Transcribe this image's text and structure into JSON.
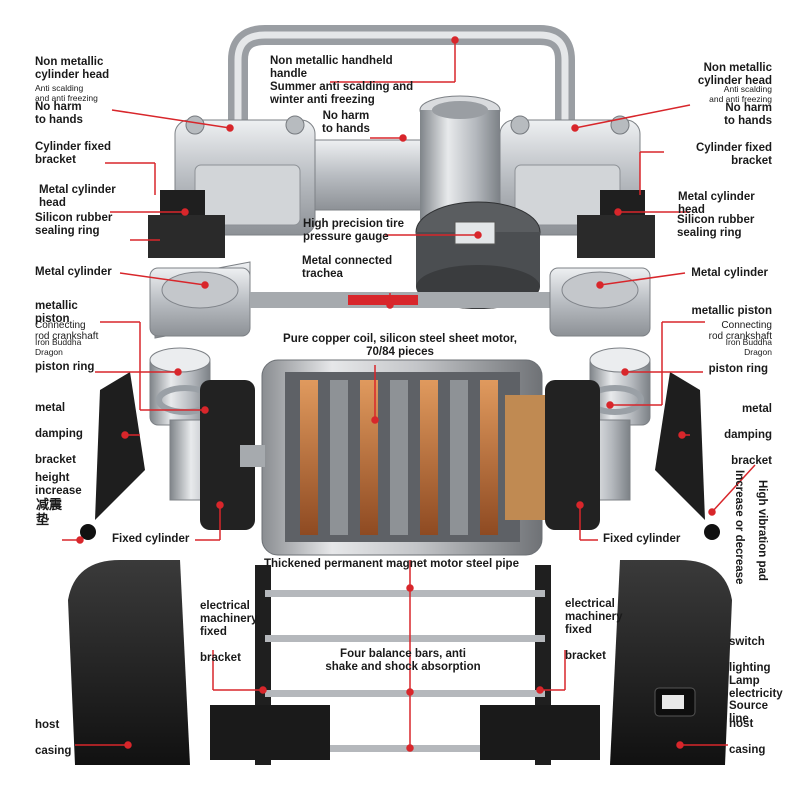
{
  "colors": {
    "accent": "#d8262b",
    "casing": "#1f1f1f",
    "metal": "#c9ccd0",
    "copper": "#c0703a",
    "text": "#1a1a1a"
  },
  "labels": {
    "head_left": "Non metallic\ncylinder head",
    "scald_left": "Anti scalding\nand anti freezing",
    "harm_left": "No harm\nto hands",
    "handle": "Non metallic handheld\nhandle\nSummer anti scalding and\nwinter anti freezing",
    "harm_center": "No harm\nto hands",
    "head_right": "Non metallic\ncylinder head",
    "scald_right": "Anti scalding\nand anti freezing",
    "harm_right": "No harm\nto hands",
    "bracket_fixed_left": "Cylinder fixed\nbracket",
    "bracket_fixed_right": "Cylinder fixed\nbracket",
    "metal_head_left": "Metal cylinder\nhead",
    "metal_head_right": "Metal cylinder\nhead",
    "seal_left": "Silicon rubber\nsealing ring",
    "seal_right": "Silicon rubber\nsealing ring",
    "gauge": "High precision tire\npressure gauge",
    "trachea": "Metal connected\ntrachea",
    "cyl_left": "Metal cylinder",
    "cyl_right": "Metal cylinder",
    "piston_left": "metallic\npiston",
    "piston_right": "metallic piston",
    "crank_left": "Connecting\nrod crankshaft",
    "crank_right": "Connecting\nrod crankshaft",
    "buddha_left": "Iron Buddha\nDragon",
    "buddha_right": "Iron Buddha\nDragon",
    "ring_left": "piston ring",
    "ring_right": "piston ring",
    "motor": "Pure copper coil, silicon steel sheet motor,\n70/84 pieces",
    "damp_left": "metal\n\ndamping\n\nbracket",
    "damp_right": "metal\n\ndamping\n\nbracket",
    "height": "height\nincrease",
    "cn_pad": "减震\n垫",
    "fixed_cyl_left": "Fixed cylinder",
    "fixed_cyl_right": "Fixed cylinder",
    "increase_vert": "Increase or\ndecrease",
    "vibration_vert": "High vibration pad",
    "steel_pipe": "Thickened permanent magnet motor steel pipe",
    "machinery_left": "electrical\nmachinery\nfixed\n\nbracket",
    "machinery_right": "electrical\nmachinery\nfixed\n\nbracket",
    "balance": "Four balance bars, anti\nshake and shock absorption",
    "switch": "switch\n\nlighting\nLamp\nelectricity\nSource\nline",
    "casing_left": "host\n\ncasing",
    "casing_right": "host\n\ncasing"
  }
}
